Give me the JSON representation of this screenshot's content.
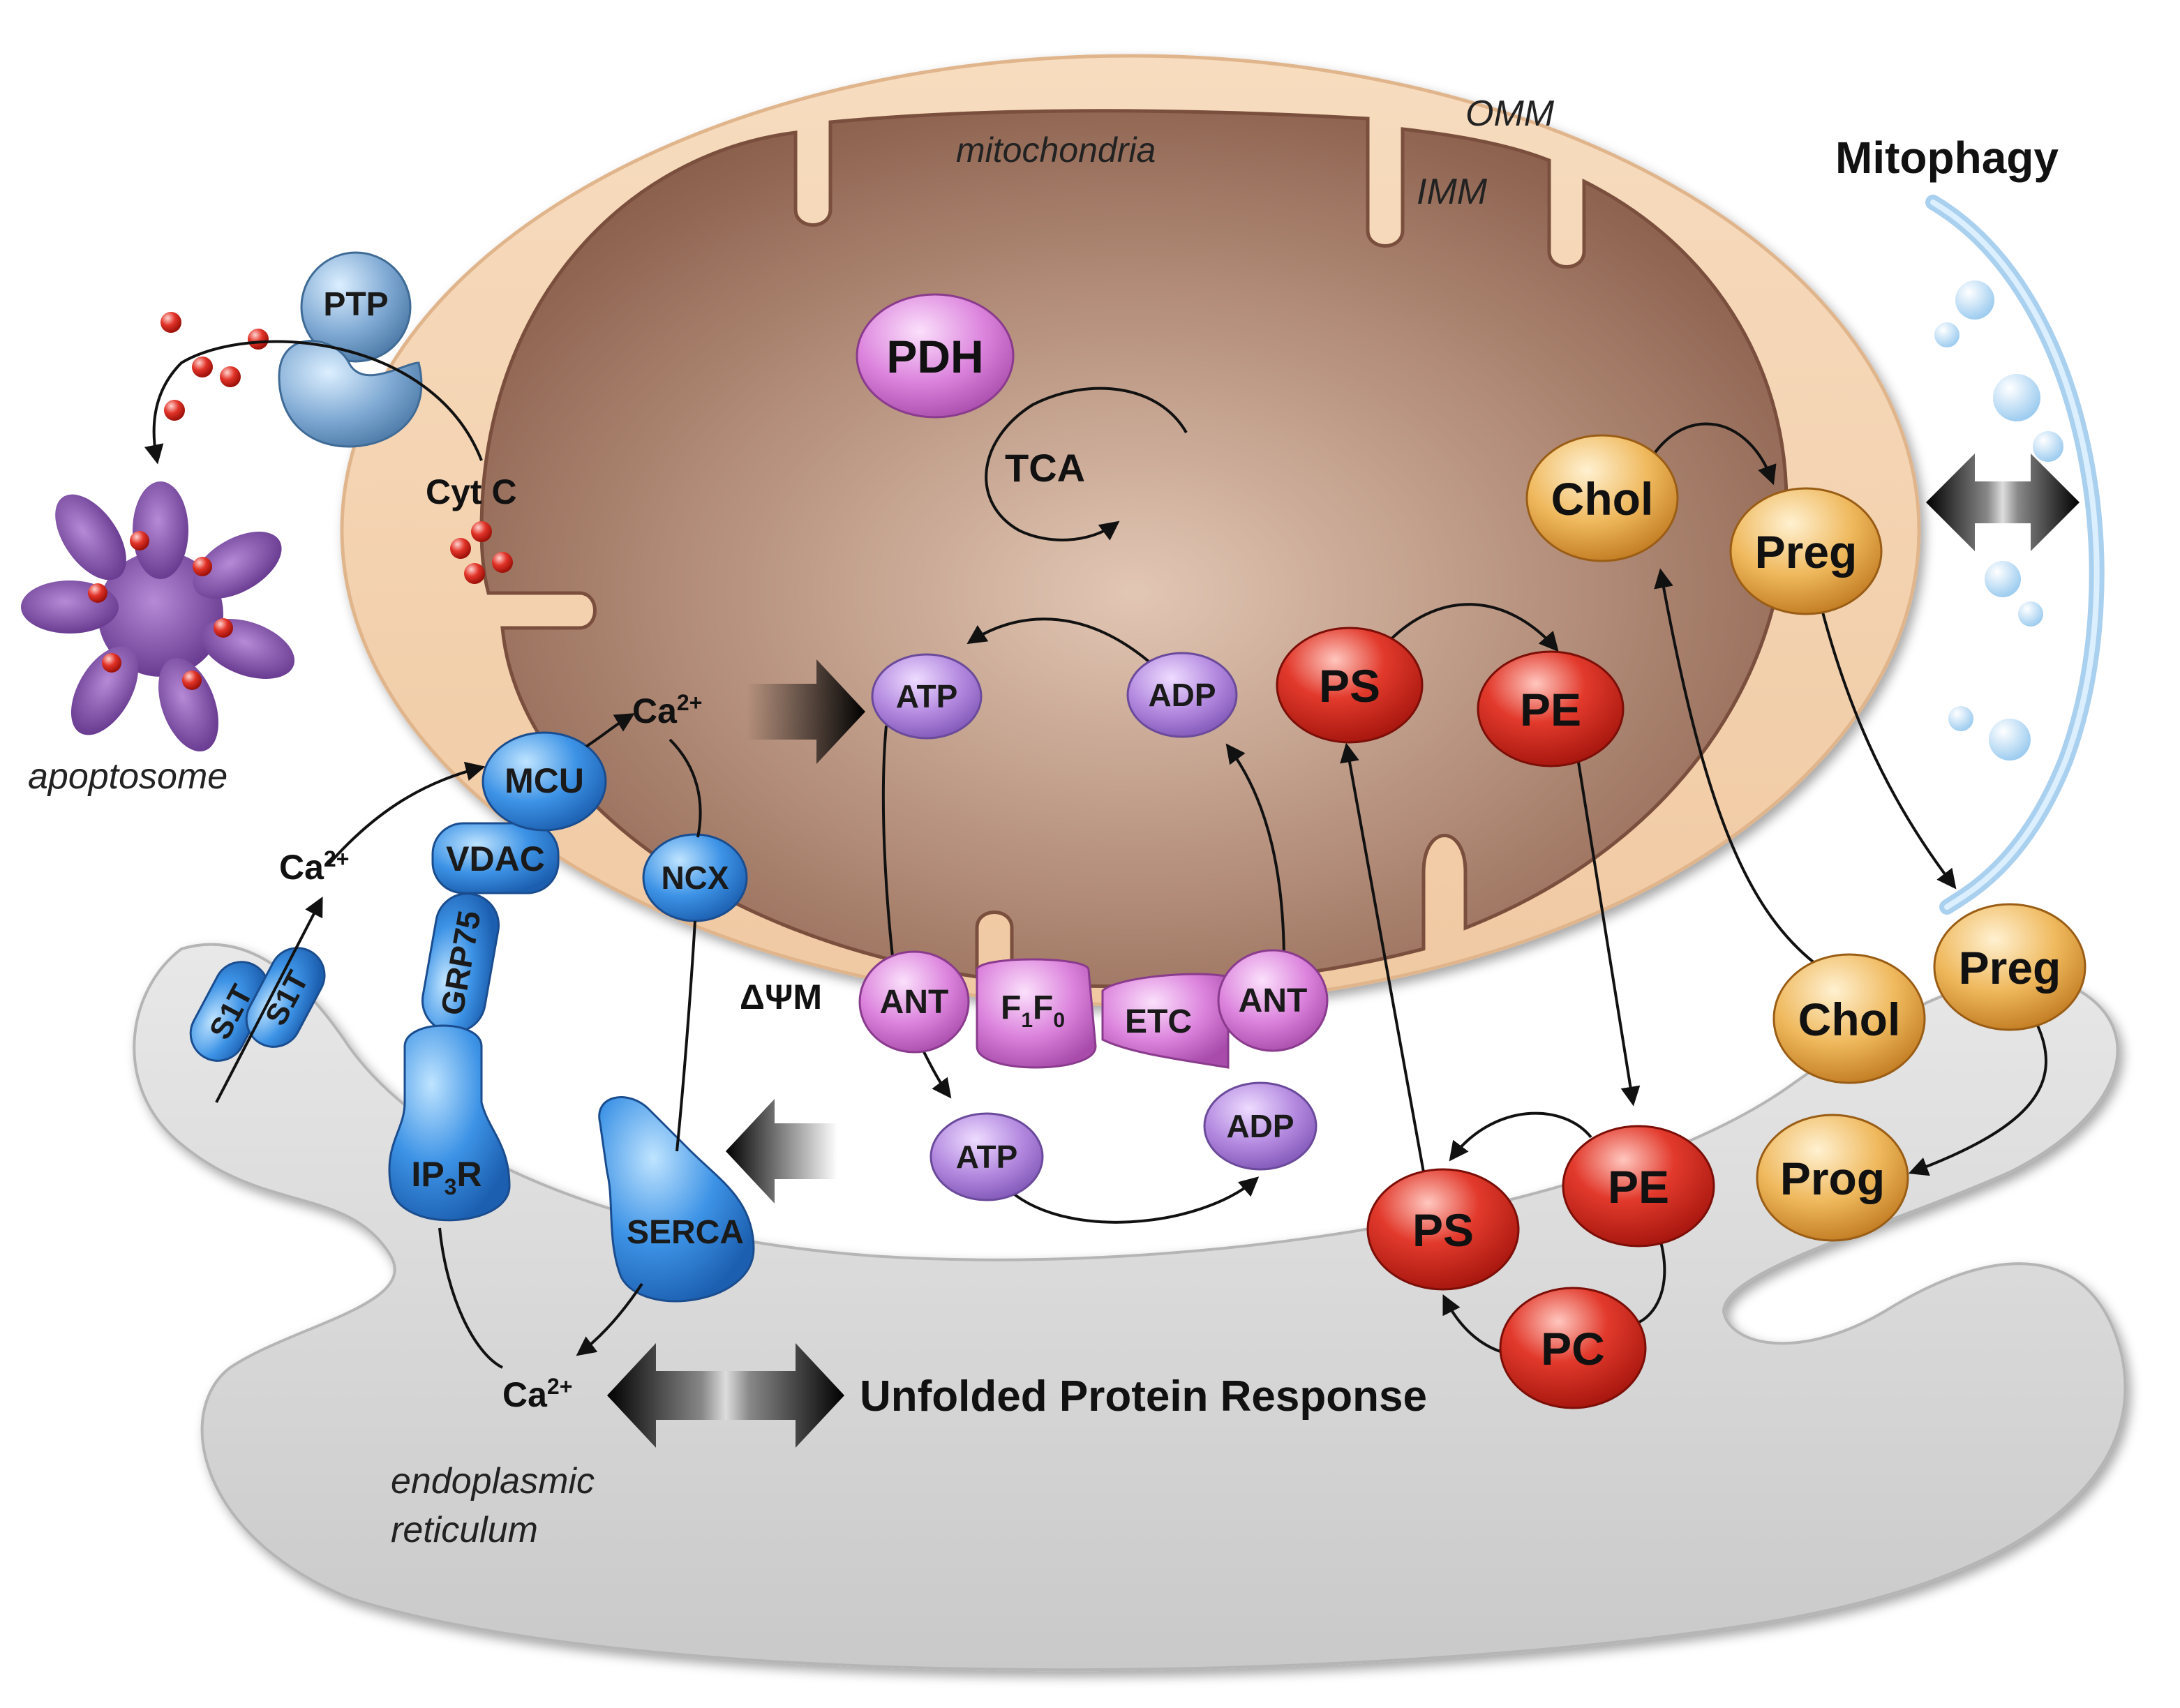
{
  "labels": {
    "mitochondria": "mitochondria",
    "omm": "OMM",
    "imm": "IMM",
    "mitophagy": "Mitophagy",
    "apoptosome": "apoptosome",
    "er_line1": "endoplasmic",
    "er_line2": "reticulum",
    "upr": "Unfolded Protein Response",
    "cytc": "Cyt C",
    "delta_psi": "ΔΨM",
    "tca": "TCA",
    "ca_base": "Ca",
    "ca_sup": "2+"
  },
  "proteins": {
    "ptp": "PTP",
    "mcu": "MCU",
    "vdac": "VDAC",
    "grp75": "GRP75",
    "ip3r_main": "IP",
    "ip3r_sub": "3",
    "ip3r_end": "R",
    "serca": "SERCA",
    "ncx": "NCX",
    "s1t": "S1T"
  },
  "nodes": {
    "pdh": "PDH",
    "atp": "ATP",
    "adp": "ADP",
    "ant": "ANT",
    "etc": "ETC",
    "f1f0_f": "F",
    "f1f0_1": "1",
    "f1f0_0": "0",
    "ps": "PS",
    "pe": "PE",
    "pc": "PC",
    "chol": "Chol",
    "preg": "Preg",
    "prog": "Prog"
  },
  "colors": {
    "mito_outer": "#f3d3b0",
    "mito_inner": "#9e7663",
    "er": "#d9d9d9",
    "blue_protein": "#2f7fd6",
    "purple_node": "#b987e0",
    "magenta_node": "#d67ad8",
    "red_node": "#d9291e",
    "orange_node": "#eba94a"
  }
}
